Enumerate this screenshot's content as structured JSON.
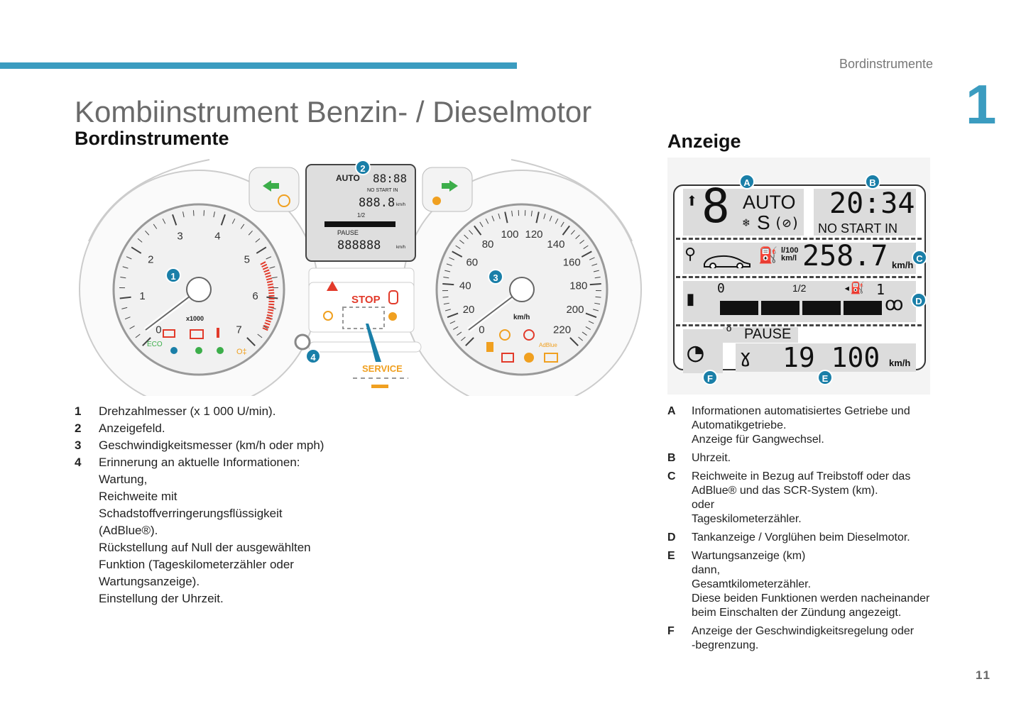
{
  "header": {
    "section": "Bordinstrumente",
    "chapter": "1",
    "title": "Kombiinstrument Benzin- / Dieselmotor",
    "subtitle": "Bordinstrumente",
    "right_heading": "Anzeige",
    "page_number": "11"
  },
  "colors": {
    "accent": "#3b9cc0",
    "badge": "#1a7fa8",
    "warning_red": "#e23a2a",
    "warning_orange": "#f0a020",
    "indicator_green": "#3cae4a"
  },
  "cluster": {
    "tach_labels": [
      "0",
      "1",
      "2",
      "3",
      "4",
      "5",
      "6",
      "7"
    ],
    "tach_unit": "x1000",
    "speed_labels": [
      "0",
      "20",
      "40",
      "60",
      "80",
      "100",
      "120",
      "140",
      "160",
      "180",
      "200",
      "220"
    ],
    "speed_unit": "km/h",
    "callouts": [
      "1",
      "2",
      "3",
      "4"
    ],
    "mini_display": {
      "auto": "AUTO",
      "clock": "88:88",
      "no_start": "NO START IN",
      "range": "888.8",
      "range_unit": "km/h",
      "half": "1/2",
      "pause": "PAUSE",
      "odo": "888888",
      "odo_unit": "km/h"
    },
    "stop_label": "STOP",
    "service_label": "SERVICE",
    "eco_label": "ECO",
    "adblue_label": "AdBlue"
  },
  "display": {
    "callouts": [
      "A",
      "B",
      "C",
      "D",
      "E",
      "F"
    ],
    "gear": "8",
    "auto": "AUTO",
    "mode": "S",
    "clock": "20:34",
    "no_start": "NO START IN",
    "consumption_unit": "l/100 km/l",
    "range_value": "258.7",
    "range_unit": "km/h",
    "fuel_zero": "0",
    "fuel_half": "1/2",
    "fuel_full": "1",
    "pause": "PAUSE",
    "service_value": "19 100",
    "service_unit": "km/h"
  },
  "left_list": [
    {
      "key": "1",
      "lines": [
        "Drehzahlmesser (x 1 000 U/min)."
      ]
    },
    {
      "key": "2",
      "lines": [
        "Anzeigefeld."
      ]
    },
    {
      "key": "3",
      "lines": [
        "Geschwindigkeitsmesser (km/h oder mph)"
      ]
    },
    {
      "key": "4",
      "lines": [
        "Erinnerung an aktuelle Informationen:",
        "Wartung,",
        "Reichweite mit",
        "Schadstoffverringerungsflüssigkeit",
        "(AdBlue®).",
        "Rückstellung auf Null der ausgewählten",
        "Funktion (Tageskilometerzähler oder",
        "Wartungsanzeige).",
        "Einstellung der Uhrzeit."
      ]
    }
  ],
  "right_list": [
    {
      "key": "A",
      "lines": [
        "Informationen automatisiertes Getriebe und",
        "Automatikgetriebe.",
        "Anzeige für Gangwechsel."
      ]
    },
    {
      "key": "B",
      "lines": [
        "Uhrzeit."
      ]
    },
    {
      "key": "C",
      "lines": [
        "Reichweite in Bezug auf Treibstoff oder das",
        "AdBlue® und das SCR-System (km).",
        "oder",
        "Tageskilometerzähler."
      ]
    },
    {
      "key": "D",
      "lines": [
        "Tankanzeige / Vorglühen beim Dieselmotor."
      ]
    },
    {
      "key": "E",
      "lines": [
        "Wartungsanzeige (km)",
        "dann,",
        "Gesamtkilometerzähler.",
        "Diese beiden Funktionen werden nacheinander",
        "beim Einschalten der Zündung angezeigt."
      ]
    },
    {
      "key": "F",
      "lines": [
        "Anzeige der Geschwindigkeitsregelung oder",
        "-begrenzung."
      ]
    }
  ]
}
